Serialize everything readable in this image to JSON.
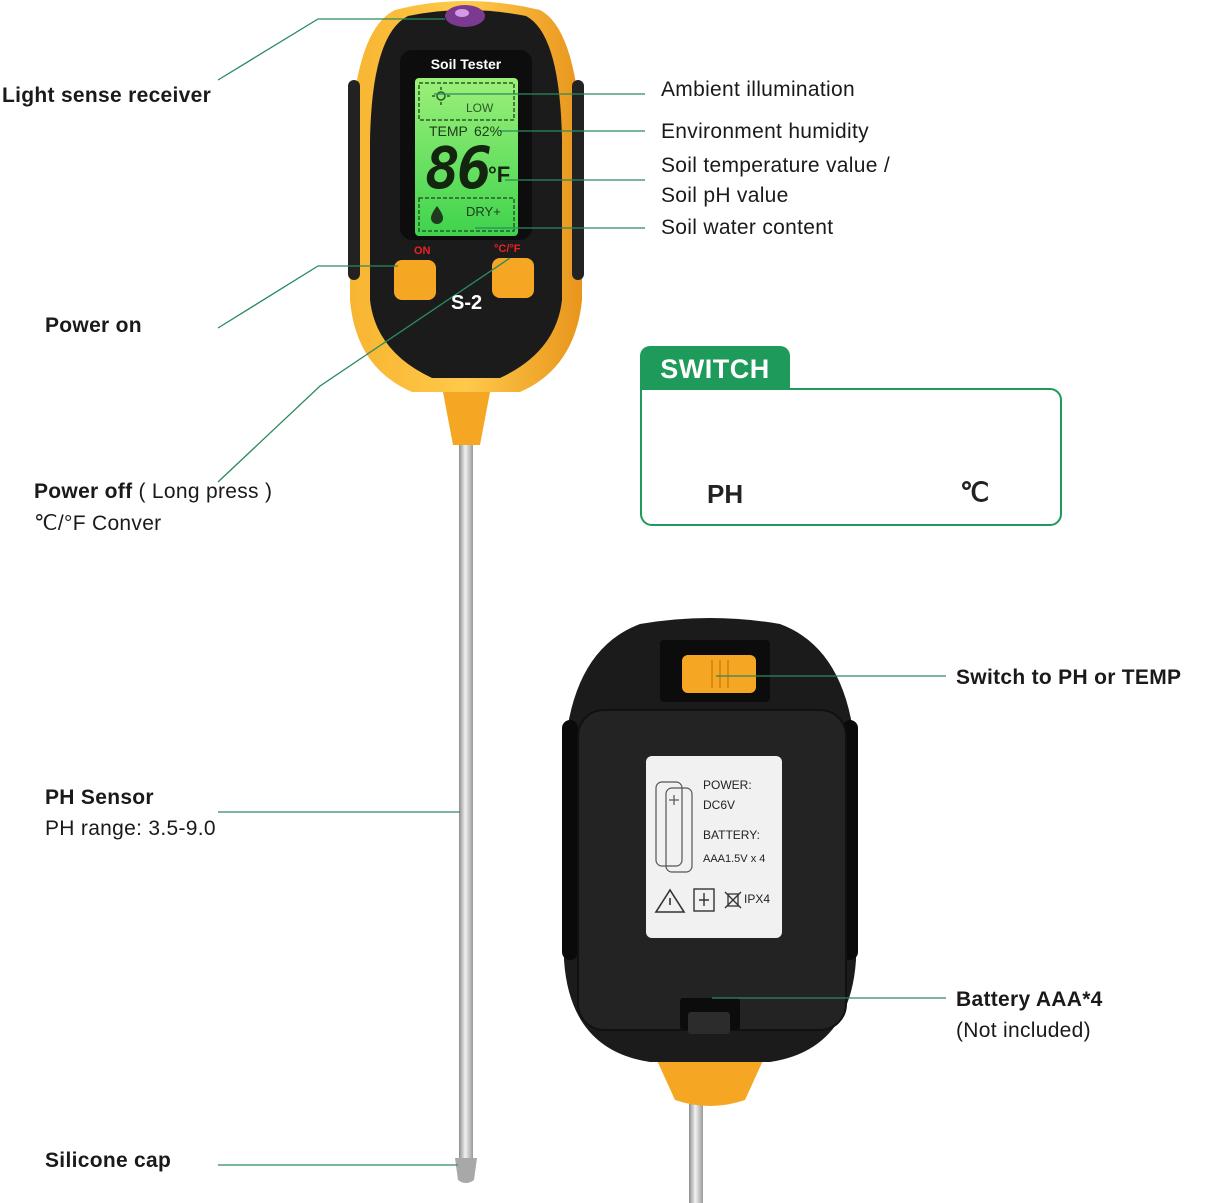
{
  "device": {
    "screen_title": "Soil Tester",
    "lcd_low": "LOW",
    "lcd_temp": "TEMP",
    "lcd_humidity": "62%",
    "lcd_value": "86",
    "lcd_unit": "°F",
    "lcd_dry": "DRY+",
    "button_on": "ON",
    "button_unit": "°C/°F",
    "model": "S-2"
  },
  "labels": {
    "light_sense": "Light sense receiver",
    "power_on": "Power on",
    "power_off_bold": "Power off",
    "power_off_rest": " ( Long press )",
    "conver": "℃/°F Conver",
    "ph_sensor": "PH Sensor",
    "ph_range": "PH range: 3.5-9.0",
    "silicone_cap": "Silicone cap",
    "ambient": "Ambient illumination",
    "humidity": "Environment humidity",
    "soil_temp": "Soil temperature value /",
    "soil_ph": "Soil pH value",
    "soil_water": "Soil water content",
    "switch_ph_temp": "Switch to PH or TEMP",
    "battery": "Battery AAA*4",
    "not_included": "(Not included)"
  },
  "switch_panel": {
    "title": "SWITCH",
    "left_label": "PH",
    "right_label": "℃"
  },
  "back_label": {
    "power": "POWER:",
    "power_value": "DC6V",
    "battery": "BATTERY:",
    "battery_value": "AAA1.5V x 4",
    "rating": "IPX4"
  },
  "colors": {
    "accent_green": "#1e9a5a",
    "device_yellow": "#f5a623",
    "device_black": "#1b1b1b",
    "lcd_green": "#5ee05a"
  }
}
